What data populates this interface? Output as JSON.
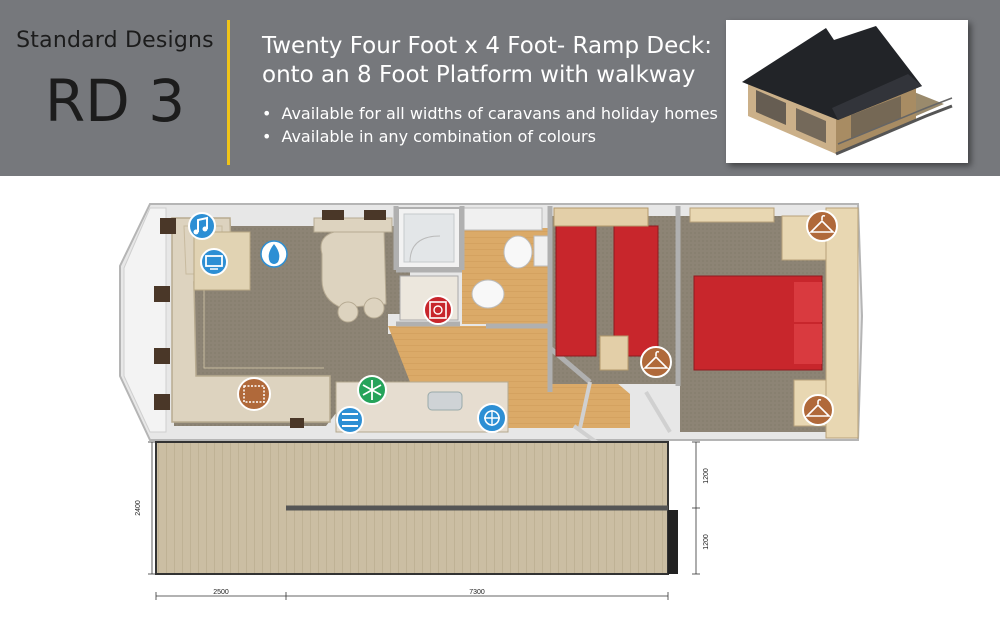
{
  "brand": {
    "subtitle": "Standard Designs",
    "code": "RD 3"
  },
  "headline": {
    "line1": "Twenty Four Foot x 4 Foot- Ramp Deck:",
    "line2": "onto an 8 Foot Platform with walkway"
  },
  "bullets": [
    "Available for all widths of caravans and holiday homes",
    "Available in any combination of colours"
  ],
  "colors": {
    "header_bg": "#76787c",
    "divider": "#f0c419",
    "deck_boards": "#c9bba0",
    "carpet": "#8f8677",
    "sofa": "#ddd3bf",
    "bed_red": "#c8262c",
    "wood_floor": "#d9a865",
    "icon_blue": "#2d8fd4",
    "icon_brown": "#b0693a",
    "icon_green": "#25a35a"
  },
  "icons": [
    "music-icon",
    "tv-icon",
    "gas-flame-icon",
    "cooker-icon",
    "heating-icon",
    "freezer-icon",
    "extractor-fan-icon",
    "rug-icon",
    "wardrobe-hanger-icon"
  ],
  "dimensions": {
    "deck_depth": "2400",
    "upper_strip": "1200",
    "lower_strip": "1200",
    "ramp_length": "2500",
    "platform_length": "7300"
  }
}
